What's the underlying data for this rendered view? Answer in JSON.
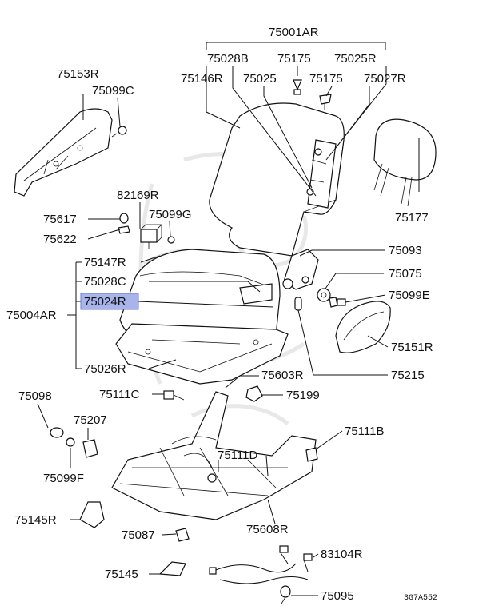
{
  "diagram_code": "3G7A552",
  "highlighted_part": "75024R",
  "highlight_color": "#a9b4ea",
  "labels": {
    "p75001AR": "75001AR",
    "p75028B": "75028B",
    "p75175a": "75175",
    "p75025R": "75025R",
    "p75146R": "75146R",
    "p75025": "75025",
    "p75175b": "75175",
    "p75027R": "75027R",
    "p75153R": "75153R",
    "p75099C": "75099C",
    "p82169R": "82169R",
    "p75617": "75617",
    "p75099G": "75099G",
    "p75622": "75622",
    "p75177": "75177",
    "p75093": "75093",
    "p75147R": "75147R",
    "p75075": "75075",
    "p75028C": "75028C",
    "p75099E": "75099E",
    "p75024R": "75024R",
    "p75004AR": "75004AR",
    "p75151R": "75151R",
    "p75026R": "75026R",
    "p75215": "75215",
    "p75603R": "75603R",
    "p75098": "75098",
    "p75111C": "75111C",
    "p75199": "75199",
    "p75207": "75207",
    "p75111B": "75111B",
    "p75099F": "75099F",
    "p75111D": "75111D",
    "p75145R": "75145R",
    "p75608R": "75608R",
    "p75087": "75087",
    "p83104R": "83104R",
    "p75145": "75145",
    "p75095": "75095"
  }
}
